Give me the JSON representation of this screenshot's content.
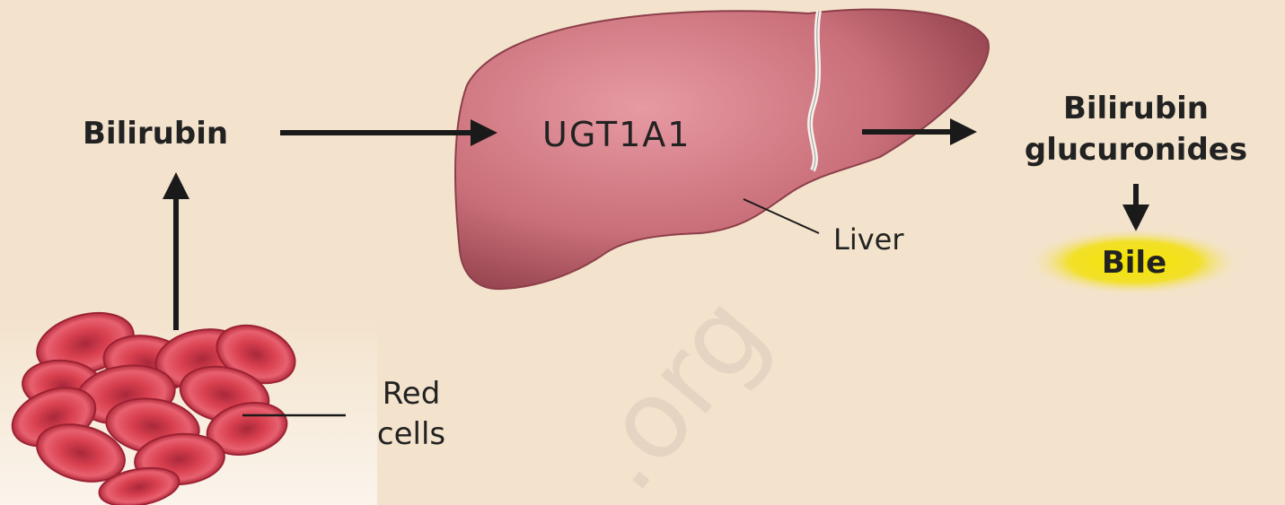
{
  "labels": {
    "bilirubin": "Bilirubin",
    "enzyme": "UGT1A1",
    "liver": "Liver",
    "product_line1": "Bilirubin",
    "product_line2": "glucuronides",
    "bile": "Bile",
    "red_cells_line1": "Red",
    "red_cells_line2": "cells"
  },
  "watermark": ".org",
  "colors": {
    "background": "#f3e3cc",
    "liver": "#c96f79",
    "red_cells": "#d9404f",
    "bile_glow": "#f2e02a",
    "text": "#222222",
    "arrow": "#1a1a1a"
  }
}
